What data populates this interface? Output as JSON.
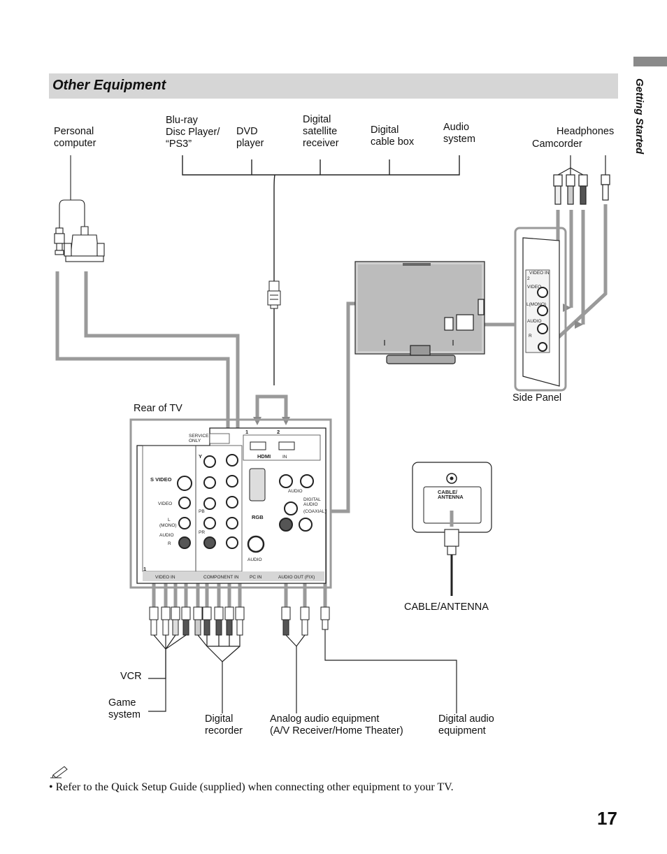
{
  "header": {
    "title": "Other Equipment"
  },
  "side_tab": {
    "label": "Getting Started"
  },
  "labels": {
    "personal_computer": "Personal\ncomputer",
    "bluray": "Blu-ray\nDisc Player/\n“PS3”",
    "dvd": "DVD\nplayer",
    "satellite": "Digital\nsatellite\nreceiver",
    "cable_box": "Digital\ncable box",
    "audio_system": "Audio\nsystem",
    "headphones": "Headphones",
    "camcorder": "Camcorder",
    "rear_of_tv": "Rear of TV",
    "side_panel": "Side Panel",
    "cable_antenna": "CABLE/ANTENNA",
    "vcr": "VCR",
    "game_system": "Game\nsystem",
    "digital_recorder": "Digital\nrecorder",
    "analog_audio": "Analog audio equipment\n(A/V Receiver/Home Theater)",
    "digital_audio": "Digital audio\nequipment"
  },
  "jacks": {
    "service_only": "SERVICE\nONLY",
    "hdmi_1": "1",
    "hdmi_2": "2",
    "hdmi_logo": "HDMI",
    "hdmi_in": "IN",
    "s_video": "S VIDEO",
    "video": "VIDEO",
    "mono": "(MONO)",
    "audio_l": "L",
    "audio_r": "R",
    "audio": "AUDIO",
    "y": "Y",
    "pb": "PB",
    "pr": "PR",
    "rgb": "RGB",
    "pc_audio": "AUDIO",
    "audio_top": "AUDIO",
    "digital_audio": "DIGITAL\nAUDIO",
    "coaxial": "(COAXIAL)",
    "bottom_1": "1",
    "video_in": "VIDEO IN",
    "component_in": "COMPONENT IN",
    "pc_in": "PC IN",
    "audio_out": "AUDIO OUT (FIX)",
    "cable_antenna_jack": "CABLE/\nANTENNA",
    "side_video_in": "VIDEO IN",
    "side_2": "2",
    "side_video": "VIDEO",
    "side_l_mono": "L(MONO)",
    "side_audio": "AUDIO",
    "side_r": "R"
  },
  "note": {
    "icon": "pencil-note-icon",
    "text": "• Refer to the Quick Setup Guide (supplied) when connecting other equipment to your TV."
  },
  "page_number": "17"
}
